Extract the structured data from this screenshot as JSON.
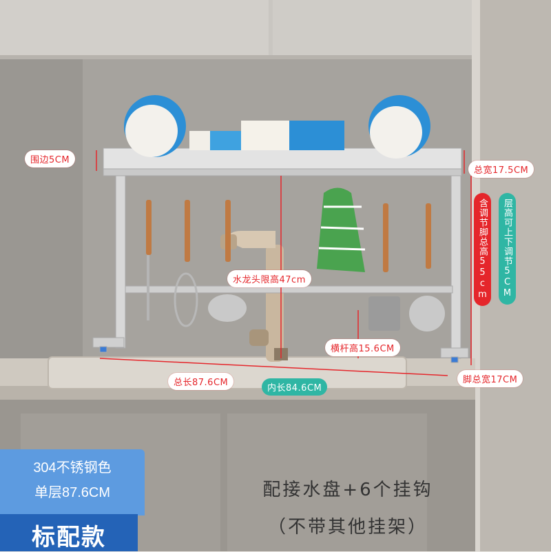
{
  "dimensions": {
    "side_rim": "围边5CM",
    "total_width": "总宽17.5CM",
    "adjustable_height": "含调节脚总高55cm",
    "layer_height": "层高可上下调节5CM",
    "faucet_limit": "水龙头限高47cm",
    "crossbar_height": "横杆高15.6CM",
    "total_length": "总长87.6CM",
    "inner_length": "内长84.6CM",
    "foot_width": "脚总宽17CM"
  },
  "badge": {
    "material": "304不锈钢色",
    "size": "单层87.6CM",
    "edition": "标配款"
  },
  "promo": {
    "line1": "配接水盘+6个挂钩",
    "line2": "（不带其他挂架）"
  },
  "colors": {
    "label_red": "#e5262b",
    "label_teal": "#2fb6a4",
    "badge_light": "#5d9be0",
    "badge_dark": "#2463b7"
  }
}
